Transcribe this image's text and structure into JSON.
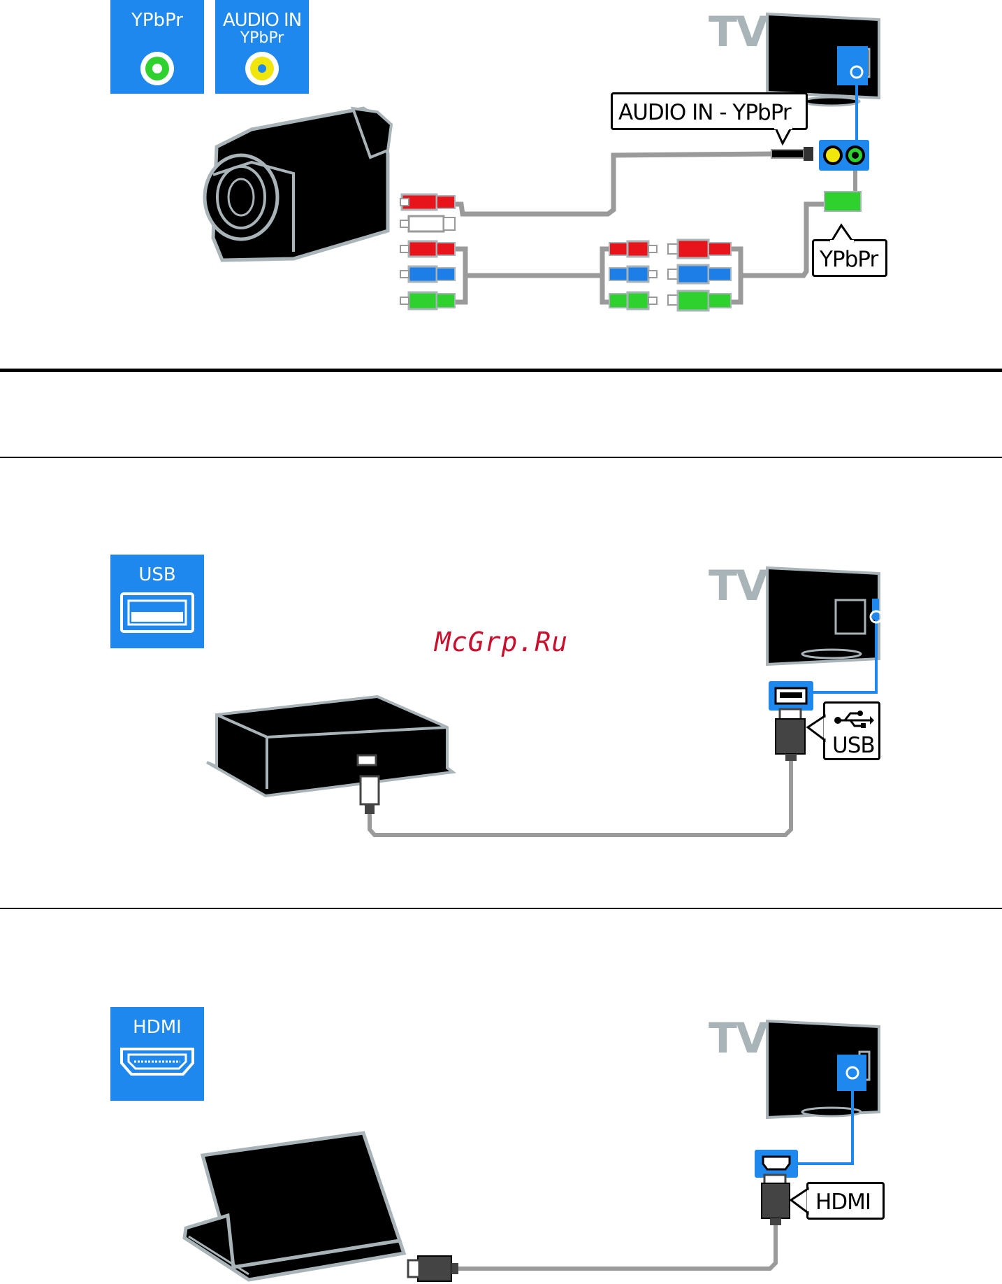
{
  "section1": {
    "icon_ypbpr_label": "YPbPr",
    "icon_audio_label_1": "AUDIO IN",
    "icon_audio_label_2": "YPbPr",
    "tv_label": "TV",
    "callout_audio": "AUDIO IN - YPbPr",
    "callout_ypbpr": "YPbPr",
    "device": "camcorder-icon"
  },
  "section2": {
    "icon_label": "USB",
    "tv_label": "TV",
    "callout_usb": "USB",
    "device": "hard-drive-icon"
  },
  "section3": {
    "icon_label": "HDMI",
    "tv_label": "TV",
    "callout_hdmi": "HDMI",
    "device": "laptop-icon"
  },
  "watermark": "McGrp.Ru",
  "colors": {
    "port_blue": "#1e88ef",
    "tv_gray": "#a9b4b9",
    "cable_gray": "#9a9a9a",
    "plug_red": "#e8141b",
    "plug_green": "#2ed12e",
    "plug_blue": "#1e7ee8",
    "plug_yellow": "#f1e60c",
    "watermark_red": "#c8102e"
  }
}
